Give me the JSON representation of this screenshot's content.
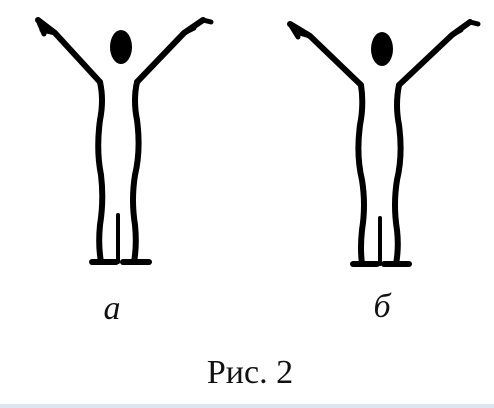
{
  "panels": [
    {
      "label": "а"
    },
    {
      "label": "б"
    }
  ],
  "caption": "Рис. 2"
}
